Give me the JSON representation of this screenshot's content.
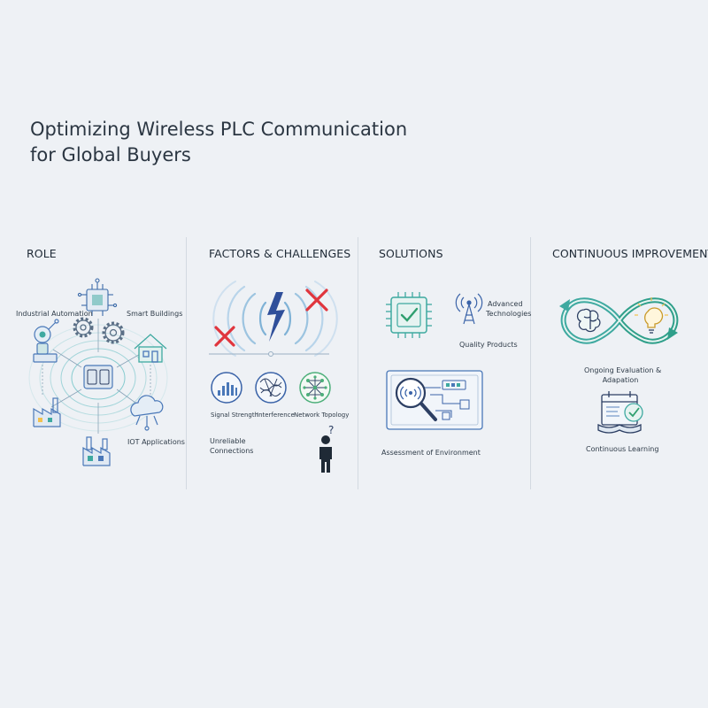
{
  "title": {
    "line1": "Optimizing Wireless PLC Communication",
    "line2": "for Global Buyers"
  },
  "columns": {
    "role": {
      "heading": "ROLE",
      "labels": {
        "industrial_automation": "Industrial Automation",
        "smart_buildings": "Smart Buildings",
        "iot_applications": "IOT Applications"
      }
    },
    "factors": {
      "heading": "FACTORS & CHALLENGES",
      "labels": {
        "signal_strength": "Signal Strength",
        "interference": "Interference",
        "network_topology": "Network Topology",
        "unreliable_line1": "Unreliable",
        "unreliable_line2": "Connections"
      }
    },
    "solutions": {
      "heading": "SOLUTIONS",
      "labels": {
        "advanced_line1": "Advanced",
        "advanced_line2": "Technologies",
        "quality_products": "Quality Products",
        "assessment": "Assessment of Environment"
      }
    },
    "improvement": {
      "heading": "CONTINUOUS IMPROVEMENT",
      "labels": {
        "ongoing_line1": "Ongoing Evaluation &",
        "ongoing_line2": "Adapation",
        "continuous_learning": "Continuous Learning"
      }
    }
  },
  "colors": {
    "teal": "#3ea9a0",
    "blue": "#4a78b8",
    "navy": "#2d3f63",
    "red": "#e0353d",
    "green": "#4caf7a",
    "yellow": "#f2c14e"
  }
}
